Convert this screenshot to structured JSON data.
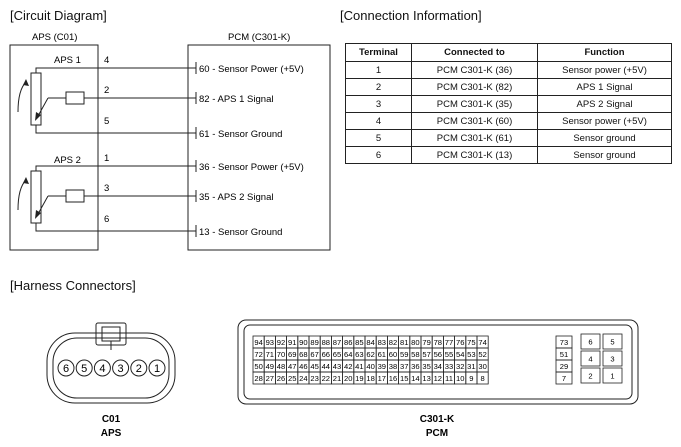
{
  "sections": {
    "circuit": "[Circuit Diagram]",
    "connection": "[Connection Information]",
    "harness": "[Harness Connectors]"
  },
  "circuit": {
    "aps_title": "APS (C01)",
    "pcm_title": "PCM (C301-K)",
    "aps1_label": "APS 1",
    "aps2_label": "APS 2",
    "wires": [
      {
        "terminal": "4",
        "pcm_label": "60 - Sensor Power (+5V)"
      },
      {
        "terminal": "2",
        "pcm_label": "82 - APS 1 Signal"
      },
      {
        "terminal": "5",
        "pcm_label": "61 - Sensor Ground"
      },
      {
        "terminal": "1",
        "pcm_label": "36 - Sensor Power  (+5V)"
      },
      {
        "terminal": "3",
        "pcm_label": "35 - APS 2 Signal"
      },
      {
        "terminal": "6",
        "pcm_label": "13 - Sensor Ground"
      }
    ]
  },
  "connection_table": {
    "headers": [
      "Terminal",
      "Connected to",
      "Function"
    ],
    "rows": [
      [
        "1",
        "PCM C301-K (36)",
        "Sensor power (+5V)"
      ],
      [
        "2",
        "PCM C301-K (82)",
        "APS 1 Signal"
      ],
      [
        "3",
        "PCM C301-K (35)",
        "APS 2 Signal"
      ],
      [
        "4",
        "PCM C301-K (60)",
        "Sensor power (+5V)"
      ],
      [
        "5",
        "PCM C301-K (61)",
        "Sensor ground"
      ],
      [
        "6",
        "PCM C301-K (13)",
        "Sensor ground"
      ]
    ]
  },
  "harness": {
    "c01": {
      "code": "C01",
      "name": "APS",
      "pins": [
        "6",
        "5",
        "4",
        "3",
        "2",
        "1"
      ]
    },
    "c301k": {
      "code": "C301-K",
      "name": "PCM",
      "rows": [
        [
          "94",
          "93",
          "92",
          "91",
          "90",
          "89",
          "88",
          "87",
          "86",
          "85",
          "84",
          "83",
          "82",
          "81",
          "80",
          "79",
          "78",
          "77",
          "76",
          "75",
          "74"
        ],
        [
          "72",
          "71",
          "70",
          "69",
          "68",
          "67",
          "66",
          "65",
          "64",
          "63",
          "62",
          "61",
          "60",
          "59",
          "58",
          "57",
          "56",
          "55",
          "54",
          "53",
          "52"
        ],
        [
          "50",
          "49",
          "48",
          "47",
          "46",
          "45",
          "44",
          "43",
          "42",
          "41",
          "40",
          "39",
          "38",
          "37",
          "36",
          "35",
          "34",
          "33",
          "32",
          "31",
          "30"
        ],
        [
          "28",
          "27",
          "26",
          "25",
          "24",
          "23",
          "22",
          "21",
          "20",
          "19",
          "18",
          "17",
          "16",
          "15",
          "14",
          "13",
          "12",
          "11",
          "10",
          "9",
          "8"
        ]
      ],
      "side_col": [
        "73",
        "51",
        "29",
        "7"
      ],
      "right_block": [
        [
          "6",
          "5"
        ],
        [
          "4",
          "3"
        ],
        [
          "2",
          "1"
        ]
      ]
    }
  }
}
